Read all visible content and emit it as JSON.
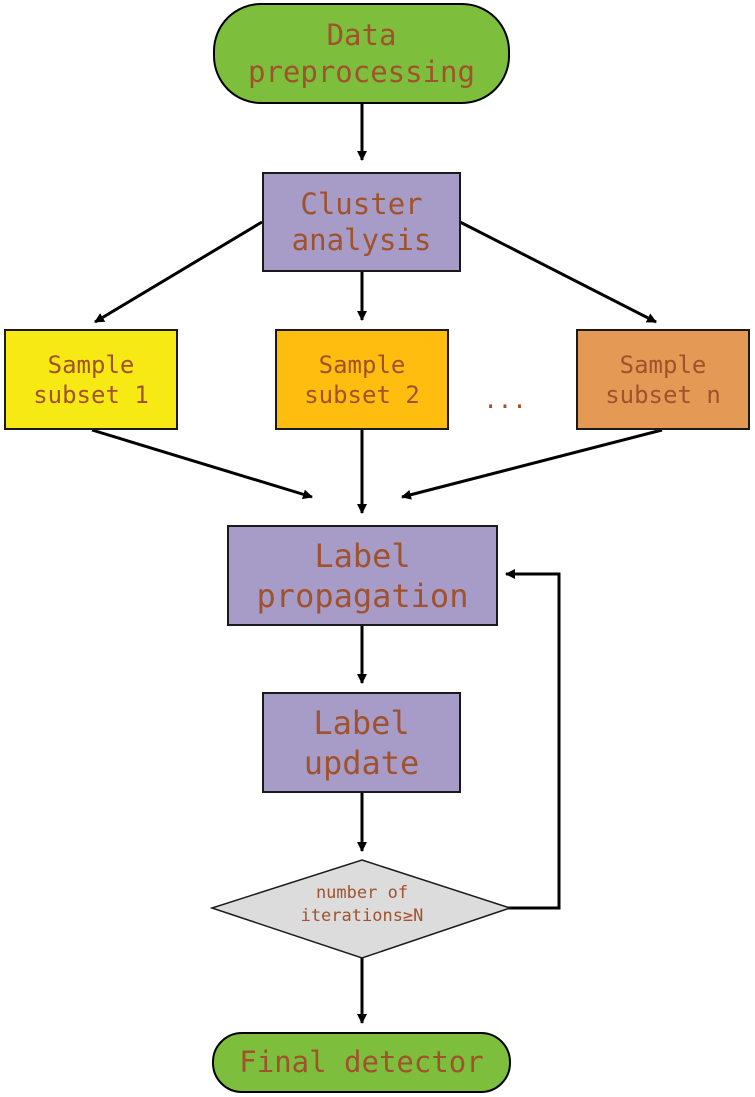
{
  "nodes": {
    "start": {
      "lines": [
        "Data",
        "preprocessing"
      ],
      "color": "#7dbf3c"
    },
    "cluster": {
      "lines": [
        "Cluster",
        "analysis"
      ],
      "color": "#a79bc7"
    },
    "subset1": {
      "lines": [
        "Sample",
        "subset 1"
      ],
      "color": "#f7ea14"
    },
    "subset2": {
      "lines": [
        "Sample",
        "subset 2"
      ],
      "color": "#ffbe0f"
    },
    "subsetn": {
      "lines": [
        "Sample",
        "subset n"
      ],
      "color": "#e49a55"
    },
    "ellipsis": "...",
    "propagation": {
      "lines": [
        "Label",
        "propagation"
      ],
      "color": "#a79bc7"
    },
    "update": {
      "lines": [
        "Label",
        "update"
      ],
      "color": "#a79bc7"
    },
    "decision": {
      "lines": [
        "number of",
        "iterations≥N"
      ],
      "color": "#dcdcdc"
    },
    "end": {
      "lines": [
        "Final detector"
      ],
      "color": "#7dbf3c"
    }
  },
  "colors": {
    "text": "#a0522d",
    "arrow": "#000000"
  }
}
